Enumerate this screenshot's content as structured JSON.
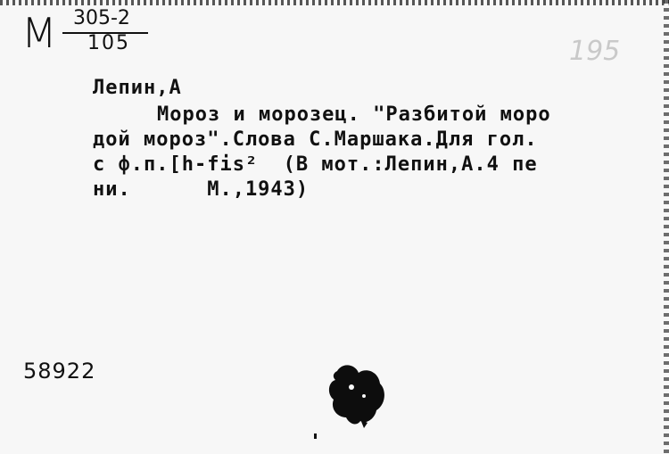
{
  "card": {
    "shelf_letter": "M",
    "shelf_number": "305-2",
    "shelf_denominator": "105",
    "pencil_mark": "195",
    "author": "Лепин,А",
    "text_lines": [
      "Мороз и морозец. \"Разбитой моро",
      "дой мороз\".Слова С.Маршака.Для гол.",
      "с ф.п.[h-fis²  (В мот.:Лепин,А.4 пе",
      "ни.      М.,1943)"
    ],
    "inventory_number": "58922"
  }
}
